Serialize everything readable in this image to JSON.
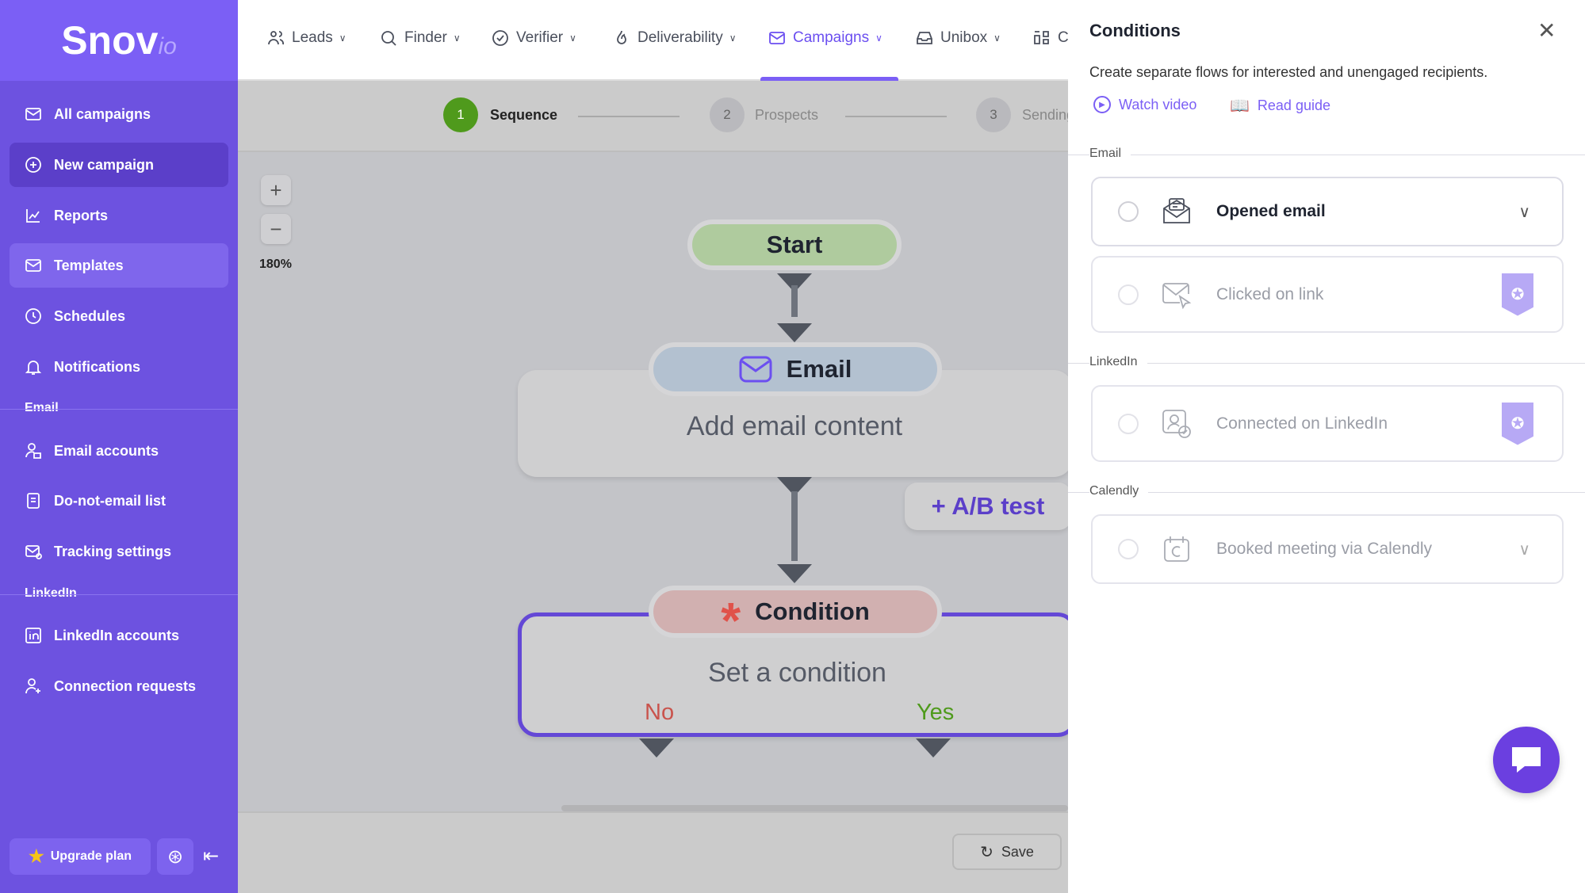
{
  "logo": {
    "main": "Snov",
    "suffix": "io"
  },
  "sidebar": {
    "items": [
      {
        "label": "All campaigns",
        "icon": "mail-icon"
      },
      {
        "label": "New campaign",
        "icon": "plus-circle-icon"
      },
      {
        "label": "Reports",
        "icon": "chart-icon"
      },
      {
        "label": "Templates",
        "icon": "template-icon"
      },
      {
        "label": "Schedules",
        "icon": "clock-icon"
      },
      {
        "label": "Notifications",
        "icon": "bell-icon"
      },
      {
        "label": "Email accounts",
        "icon": "user-mail-icon"
      },
      {
        "label": "Do-not-email list",
        "icon": "list-icon"
      },
      {
        "label": "Tracking settings",
        "icon": "mail-settings-icon"
      },
      {
        "label": "LinkedIn accounts",
        "icon": "linkedin-icon"
      },
      {
        "label": "Connection requests",
        "icon": "user-plus-icon"
      }
    ],
    "sections": {
      "email": "Email",
      "linkedin": "LinkedIn"
    },
    "upgrade": "Upgrade plan"
  },
  "nav": {
    "items": [
      "Leads",
      "Finder",
      "Verifier",
      "Deliverability",
      "Campaigns",
      "Unibox",
      "C"
    ]
  },
  "steps": [
    {
      "num": "1",
      "label": "Sequence"
    },
    {
      "num": "2",
      "label": "Prospects"
    },
    {
      "num": "3",
      "label": "Sending"
    }
  ],
  "canvas": {
    "zoom": "180%",
    "start": "Start",
    "email_title": "Email",
    "email_body": "Add email content",
    "ab_test": "+ A/B test",
    "condition_title": "Condition",
    "condition_body": "Set a condition",
    "no": "No",
    "yes": "Yes"
  },
  "footer": {
    "save": "Save"
  },
  "panel": {
    "title": "Conditions",
    "description": "Create separate flows for interested and unengaged recipients.",
    "watch_video": "Watch video",
    "read_guide": "Read guide",
    "sections": {
      "email": "Email",
      "linkedin": "LinkedIn",
      "calendly": "Calendly"
    },
    "conditions": [
      "Opened email",
      "Clicked on link",
      "Connected on LinkedIn",
      "Booked meeting via Calendly"
    ]
  },
  "colors": {
    "brand": "#7b5ff5",
    "sidebar": "#6d52e0",
    "step_active": "#4f9a1c",
    "no": "#c9534c",
    "yes": "#4f9a1c"
  }
}
